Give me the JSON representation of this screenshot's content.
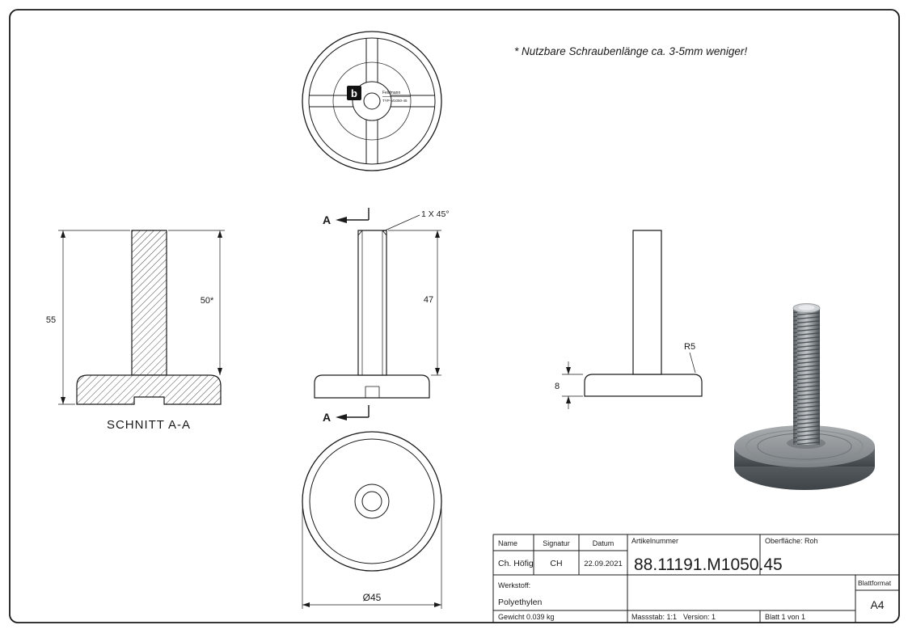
{
  "page": {
    "note": "* Nutzbare Schraubenlänge ca. 3-5mm weniger!"
  },
  "top_view": {
    "logo_glyph": "b",
    "label_line1": "Feldmann",
    "label_line2": "TYP-M1050-45"
  },
  "section_view": {
    "title": "SCHNITT A-A",
    "dim_total_height": "55",
    "dim_usable_length": "50*"
  },
  "front_view": {
    "dim_stem_length": "47",
    "chamfer_label": "1 X 45°",
    "cut_marker": "A"
  },
  "side_view": {
    "dim_base_height": "8",
    "radius_label": "R5"
  },
  "bottom_view": {
    "dim_diameter": "Ø45"
  },
  "title_block": {
    "col_name": "Name",
    "col_signatur": "Signatur",
    "col_datum": "Datum",
    "col_artikelnummer": "Artikelnummer",
    "oberflaeche": "Oberfläche:  Roh",
    "name": "Ch. Höfig",
    "signatur": "CH",
    "datum": "22.09.2021",
    "artikelnummer": "88.11191.M1050.45",
    "werkstoff_label": "Werkstoff:",
    "werkstoff": "Polyethylen",
    "blattformat_label": "Blattformat",
    "blattformat": "A4",
    "gewicht": "Gewicht 0.039 kg",
    "massstab": "Massstab: 1:1",
    "version": "Version: 1",
    "blatt": "Blatt 1 von 1"
  }
}
